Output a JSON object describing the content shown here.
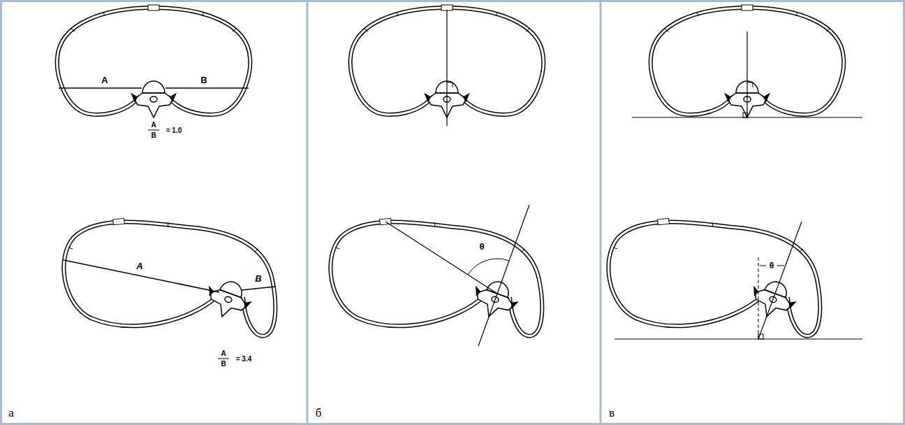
{
  "diagram": {
    "labels": [
      "A",
      "B",
      "A",
      "B",
      "= 1.0",
      "A",
      "B",
      "A",
      "B",
      "= 3.4",
      "а",
      "θ",
      "б",
      "θ",
      "в"
    ]
  }
}
